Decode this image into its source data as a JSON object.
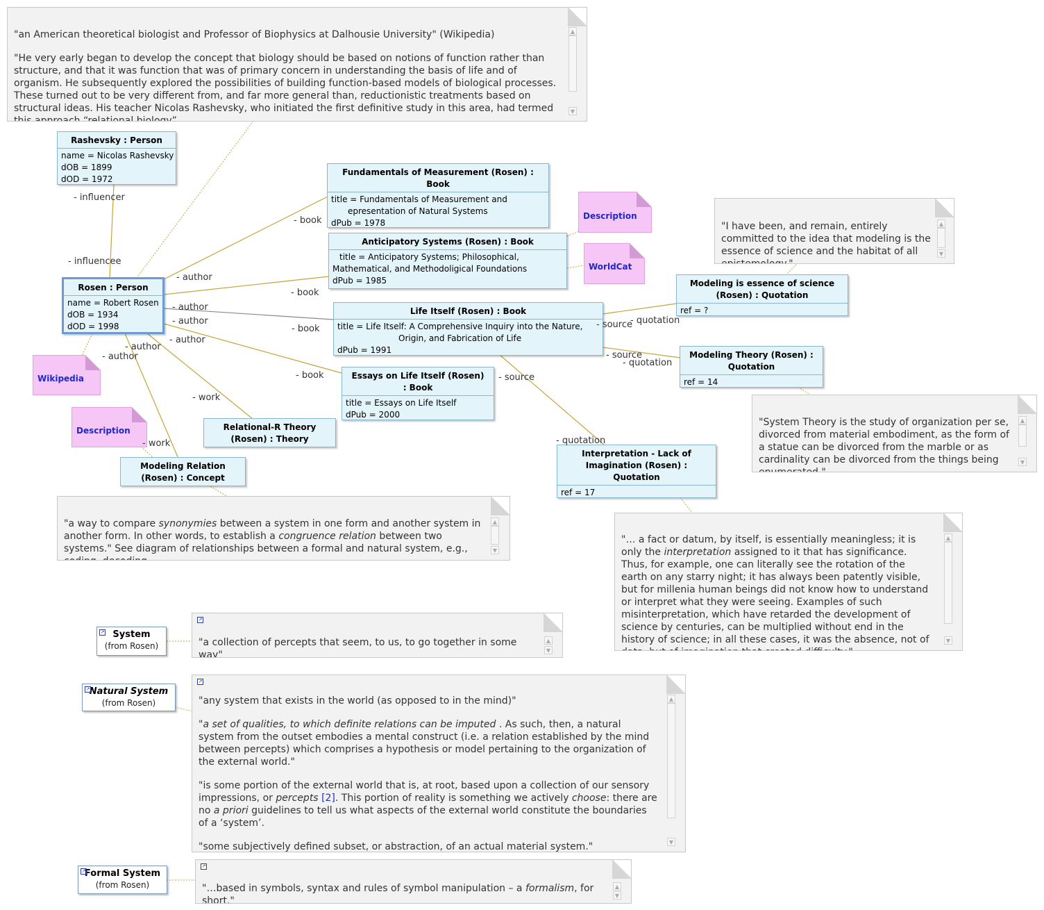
{
  "notes": {
    "rosen_bio": {
      "p1": "\"an American theoretical biologist and Professor of Biophysics at Dalhousie University\" (Wikipedia)",
      "p2": "\"He very early began to develop the concept that biology should be based on notions of function rather than structure, and that it was function that was of primary concern in understanding the basis of life and of organism. He subsequently explored the possibilities of building function-based models of biological processes. These turned out to be very different from, and far more general than, reductionistic treatments based on structural ideas. His teacher Nicolas Rashevsky, who initiated the first definitive study in this area, had termed this approach “relational biology”."
    },
    "modeling_quote": "\"I have been, and remain, entirely committed to the idea that modeling is the essence of science and the habitat of all epistemology.\"",
    "system_theory_quote": "\"System Theory is the study of organization per se, divorced from material embodiment, as the form of a statue can be divorced from the marble or as cardinality can be divorced from the things being enumerated.\"",
    "modeling_relation": {
      "pre": "\"a way to compare ",
      "em1": "synonymies",
      "mid": " between a system in one form and another system in another form. In other words, to establish a ",
      "em2": "congruence relation",
      "post": "  between two systems.\" See diagram of relationships between a formal and natural system, e.g., coding, decoding."
    },
    "interpretation": {
      "pre": "\"… a fact or datum, by itself, is essentially meaningless; it is only the ",
      "em": "interpretation",
      "post": "  assigned to it that has significance. Thus, for example, one can literally see the rotation of the earth on any starry night; it has always been patently visible, but for millenia human beings did not know how to understand or interpret what they were seeing. Examples of such misinterpretation, which have retarded the development of science by centuries, can be multiplied without end in the history of science; in all these cases, it was the absence, not of data, but of imagination that created difficulty.\""
    },
    "system_def": "\"a collection of percepts that seem, to us, to go together in some way\"",
    "natural_system": {
      "p1": "\"any system that exists in the world (as opposed to in the mind)\"",
      "p2_em": "\"a set of qualities, to which definite relations can be imputed",
      "p2_post": "   . As such, then, a natural system from the outset embodies a mental construct (i.e. a relation established by the mind between percepts) which comprises a hypothesis or model pertaining to the organization of the external world.\"",
      "p3_pre": "\"is some portion of the external world that is, at root, based upon a collection of our sensory impressions, or  ",
      "p3_em1": "percepts",
      "p3_ref": "[2]",
      "p3_mid": ". This portion of reality is something we actively  ",
      "p3_em2": "choose",
      "p3_mid2": ": there are no  ",
      "p3_em3": "a priori",
      "p3_post": "  guidelines to tell us what aspects of the external world constitute the boundaries of a ‘system’.",
      "p4": "\"some subjectively defined subset, or abstraction, of an actual material system.\""
    },
    "formal_system": {
      "pre": "\"…based in symbols, syntax and rules of symbol manipulation – a  ",
      "em": "formalism",
      "post": ", for short.\""
    }
  },
  "objects": {
    "rashevsky": {
      "head": "Rashevsky : Person",
      "attrs": [
        "name = Nicolas Rashevsky",
        "dOB = 1899",
        "dOD = 1972"
      ]
    },
    "rosen": {
      "head": "Rosen : Person",
      "attrs": [
        "name = Robert Rosen",
        "dOB = 1934",
        "dOD = 1998"
      ]
    },
    "fundamentals": {
      "head1": "Fundamentals of Measurement (Rosen) :",
      "head2": "Book",
      "a1": "title = Fundamentals of Measurement and",
      "a2": "epresentation of Natural Systems",
      "a3": "dPub = 1978"
    },
    "anticipatory": {
      "head": "Anticipatory Systems (Rosen) : Book",
      "a1": "title = Anticipatory Systems; Philosophical,",
      "a2": "Mathematical, and Methodoligical Foundations",
      "a3": "dPub = 1985"
    },
    "life_itself": {
      "head": "Life Itself (Rosen) : Book",
      "a1": "title = Life Itself: A Comprehensive Inquiry into the Nature,",
      "a2": "Origin, and Fabrication of Life",
      "a3": "dPub = 1991"
    },
    "essays": {
      "head1": "Essays on Life Itself (Rosen)",
      "head2": ": Book",
      "a1": "title = Essays on Life Itself",
      "a2": "dPub = 2000"
    },
    "relational": {
      "head1": "Relational-R Theory",
      "head2": "(Rosen) : Theory"
    },
    "modeling_relation": {
      "head1": "Modeling Relation",
      "head2": "(Rosen) : Concept"
    },
    "modeling_essence": {
      "head1": "Modeling is essence of science",
      "head2": "(Rosen) : Quotation",
      "a1": "ref = ?"
    },
    "modeling_theory": {
      "head1": "Modeling Theory (Rosen) :",
      "head2": "Quotation",
      "a1": "ref = 14"
    },
    "interpretation": {
      "head1": "Interpretation - Lack of",
      "head2": "Imagination (Rosen) :",
      "head3": "Quotation",
      "a1": "ref = 17"
    }
  },
  "docs": {
    "description1": "Description",
    "worldcat": "WorldCat",
    "wikipedia": "Wikipedia",
    "description2": "Description"
  },
  "classes": {
    "system": {
      "name": "System",
      "from": "(from Rosen)"
    },
    "natural": {
      "name": "Natural System",
      "from": "(from Rosen)"
    },
    "formal": {
      "name": "Formal System",
      "from": "(from Rosen)"
    }
  },
  "roles": {
    "influencer": "- influencer",
    "influencee": "- influencee",
    "book": "- book",
    "author": "- author",
    "work": "- work",
    "source": "- source",
    "quotation": "- quotation"
  },
  "colors": {
    "assoc": "#c7a237",
    "dotted": "#c7a237",
    "gray_link": "#8a8a8a"
  }
}
